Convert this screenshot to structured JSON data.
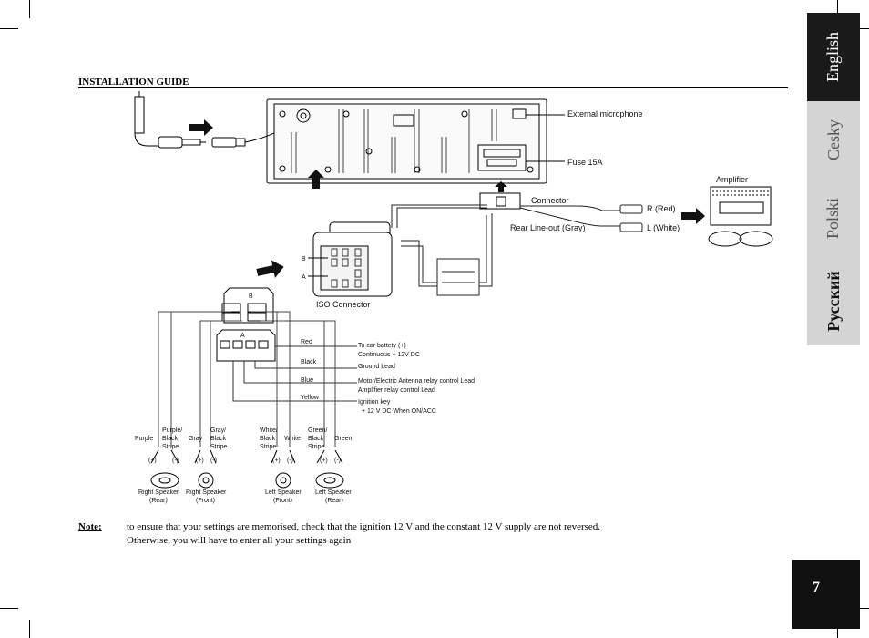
{
  "header": {
    "title": "INSTALLATION GUIDE"
  },
  "head_unit": {
    "external_microphone": "External microphone",
    "fuse": "Fuse 15A"
  },
  "connector_section": {
    "connector": "Connector",
    "rear_lineout": "Rear Line-out (Gray)",
    "r_red": "R (Red)",
    "l_white": "L (White)",
    "amplifier": "Amplifier"
  },
  "iso": {
    "label": "ISO Connector",
    "pin_b": "B",
    "pin_a": "A",
    "block_b": "B",
    "block_a": "A"
  },
  "wires": [
    {
      "color": "Red",
      "desc1": "To car battety (+)",
      "desc2": "Continuous  + 12V DC"
    },
    {
      "color": "Black",
      "desc1": "Ground Lead",
      "desc2": ""
    },
    {
      "color": "Blue",
      "desc1": "Motor/Electric Antenna relay control Lead",
      "desc2": "Amplifier relay control Lead"
    },
    {
      "color": "Yellow",
      "desc1": "Ignition key",
      "desc2": "+ 12 V DC When  ON/ACC"
    }
  ],
  "speaker_wires": [
    {
      "l1": "Purple",
      "l2": "",
      "l3": ""
    },
    {
      "l1": "Purple/",
      "l2": "Black",
      "l3": "Stripe"
    },
    {
      "l1": "Gray",
      "l2": "",
      "l3": ""
    },
    {
      "l1": "Gray/",
      "l2": "Black",
      "l3": "Stripe"
    },
    {
      "l1": "White/",
      "l2": "Black",
      "l3": "Stripe"
    },
    {
      "l1": "White",
      "l2": "",
      "l3": ""
    },
    {
      "l1": "Green/",
      "l2": "Black",
      "l3": "Stripe"
    },
    {
      "l1": "Green",
      "l2": "",
      "l3": ""
    }
  ],
  "speakers": [
    {
      "l1": "Right Speaker",
      "l2": "(Rear)"
    },
    {
      "l1": "Right Speaker",
      "l2": "(Front)"
    },
    {
      "l1": "Left Speaker",
      "l2": "(Front)"
    },
    {
      "l1": "Left Speaker",
      "l2": "(Rear)"
    }
  ],
  "polarity": {
    "plus": "(+)",
    "minus": "(-)"
  },
  "note": {
    "label": "Note:",
    "line1": "to ensure that your settings are memorised, check that the ignition 12 V and the constant 12 V supply are not reversed.",
    "line2": "Otherwise, you will have to enter all your settings again"
  },
  "side_tabs": [
    "English",
    "Cesky",
    "Polski",
    "Русский"
  ],
  "page_number": "7"
}
